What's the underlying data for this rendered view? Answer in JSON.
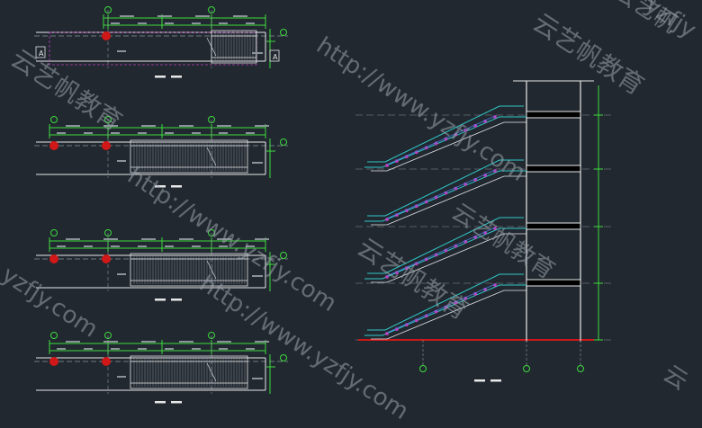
{
  "drawing": {
    "colors": {
      "background": "#212830",
      "green": "#3ddc3d",
      "white": "#e8e8e8",
      "gray": "#8b9299",
      "red": "#d01818",
      "magenta": "#c040c0",
      "cyan": "#30c8c8",
      "blue": "#4a7de0"
    },
    "plans": [
      {
        "section_label_left": "A",
        "section_label_right": "A"
      },
      {},
      {},
      {}
    ]
  },
  "watermarks": [
    {
      "text": "http://www.yzfjy.com"
    },
    {
      "text": "云艺帆教育"
    },
    {
      "text": "http://www.yzfjy.com"
    },
    {
      "text": "云艺帆教育"
    },
    {
      "text": "yzfjy.com"
    },
    {
      "text": "云艺帆教育"
    },
    {
      "text": "云艺帆"
    },
    {
      "text": "http://www.yzfjy.com"
    },
    {
      "text": "云艺帆教育"
    },
    {
      "text": "yzfjy"
    },
    {
      "text": "云"
    }
  ]
}
